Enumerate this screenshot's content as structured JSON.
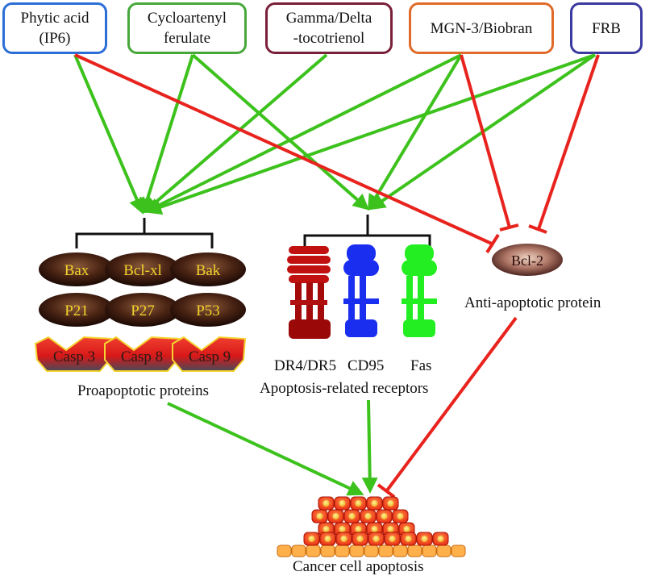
{
  "sources": [
    {
      "id": "phytic",
      "lines": [
        "Phytic acid",
        "(IP6)"
      ],
      "color": "#2b6fd6"
    },
    {
      "id": "cyclo",
      "lines": [
        "Cycloartenyl",
        "ferulate"
      ],
      "color": "#47a83a"
    },
    {
      "id": "gamma",
      "lines": [
        "Gamma/Delta",
        "-tocotrienol"
      ],
      "color": "#7a1f3a"
    },
    {
      "id": "mgn",
      "lines": [
        "MGN-3/Biobran"
      ],
      "color": "#e06a2a"
    },
    {
      "id": "frb",
      "lines": [
        "FRB"
      ],
      "color": "#3a3aa0"
    }
  ],
  "proapoptotic": {
    "rows": [
      [
        "Bax",
        "Bcl-xl",
        "Bak"
      ],
      [
        "P21",
        "P27",
        "P53"
      ]
    ],
    "caspases": [
      "Casp 3",
      "Casp 8",
      "Casp 9"
    ],
    "label": "Proapoptotic proteins"
  },
  "receptors": {
    "items": [
      {
        "name": "DR4/DR5",
        "color": "#c01010"
      },
      {
        "name": "CD95",
        "color": "#1a2ef0"
      },
      {
        "name": "Fas",
        "color": "#22ee22"
      }
    ],
    "label": "Apoptosis-related receptors"
  },
  "anti_apoptotic": {
    "protein": "Bcl-2",
    "label": "Anti-apoptotic protein"
  },
  "outcome": {
    "label": "Cancer cell apoptosis"
  },
  "colors": {
    "activate": "#3dc21d",
    "inhibit": "#e8231e"
  }
}
